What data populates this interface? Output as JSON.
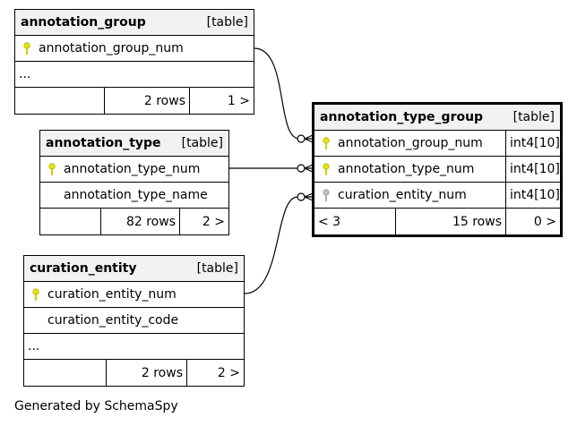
{
  "tables": {
    "annotation_group": {
      "name": "annotation_group",
      "kind": "[table]",
      "columns": [
        {
          "name": "annotation_group_num",
          "key": "primary"
        }
      ],
      "more": "...",
      "footer": {
        "rows": "2 rows",
        "children": "1 >"
      }
    },
    "annotation_type": {
      "name": "annotation_type",
      "kind": "[table]",
      "columns": [
        {
          "name": "annotation_type_num",
          "key": "primary"
        },
        {
          "name": "annotation_type_name",
          "key": "none"
        }
      ],
      "footer": {
        "rows": "82 rows",
        "children": "2 >"
      }
    },
    "curation_entity": {
      "name": "curation_entity",
      "kind": "[table]",
      "columns": [
        {
          "name": "curation_entity_num",
          "key": "primary"
        },
        {
          "name": "curation_entity_code",
          "key": "none"
        }
      ],
      "more": "...",
      "footer": {
        "rows": "2 rows",
        "children": "2 >"
      }
    },
    "annotation_type_group": {
      "name": "annotation_type_group",
      "kind": "[table]",
      "columns": [
        {
          "name": "annotation_group_num",
          "type": "int4[10]",
          "key": "primary"
        },
        {
          "name": "annotation_type_num",
          "type": "int4[10]",
          "key": "primary"
        },
        {
          "name": "curation_entity_num",
          "type": "int4[10]",
          "key": "foreign"
        }
      ],
      "footer": {
        "parents": "< 3",
        "rows": "15 rows",
        "children": "0 >"
      }
    }
  },
  "colors": {
    "primary_key": "#e6e600",
    "foreign_key": "#c0c0c0",
    "header_bg": "#f2f2f2"
  },
  "icons": {
    "primary_key": "key-icon",
    "foreign_key": "key-icon"
  },
  "caption": "Generated by SchemaSpy"
}
